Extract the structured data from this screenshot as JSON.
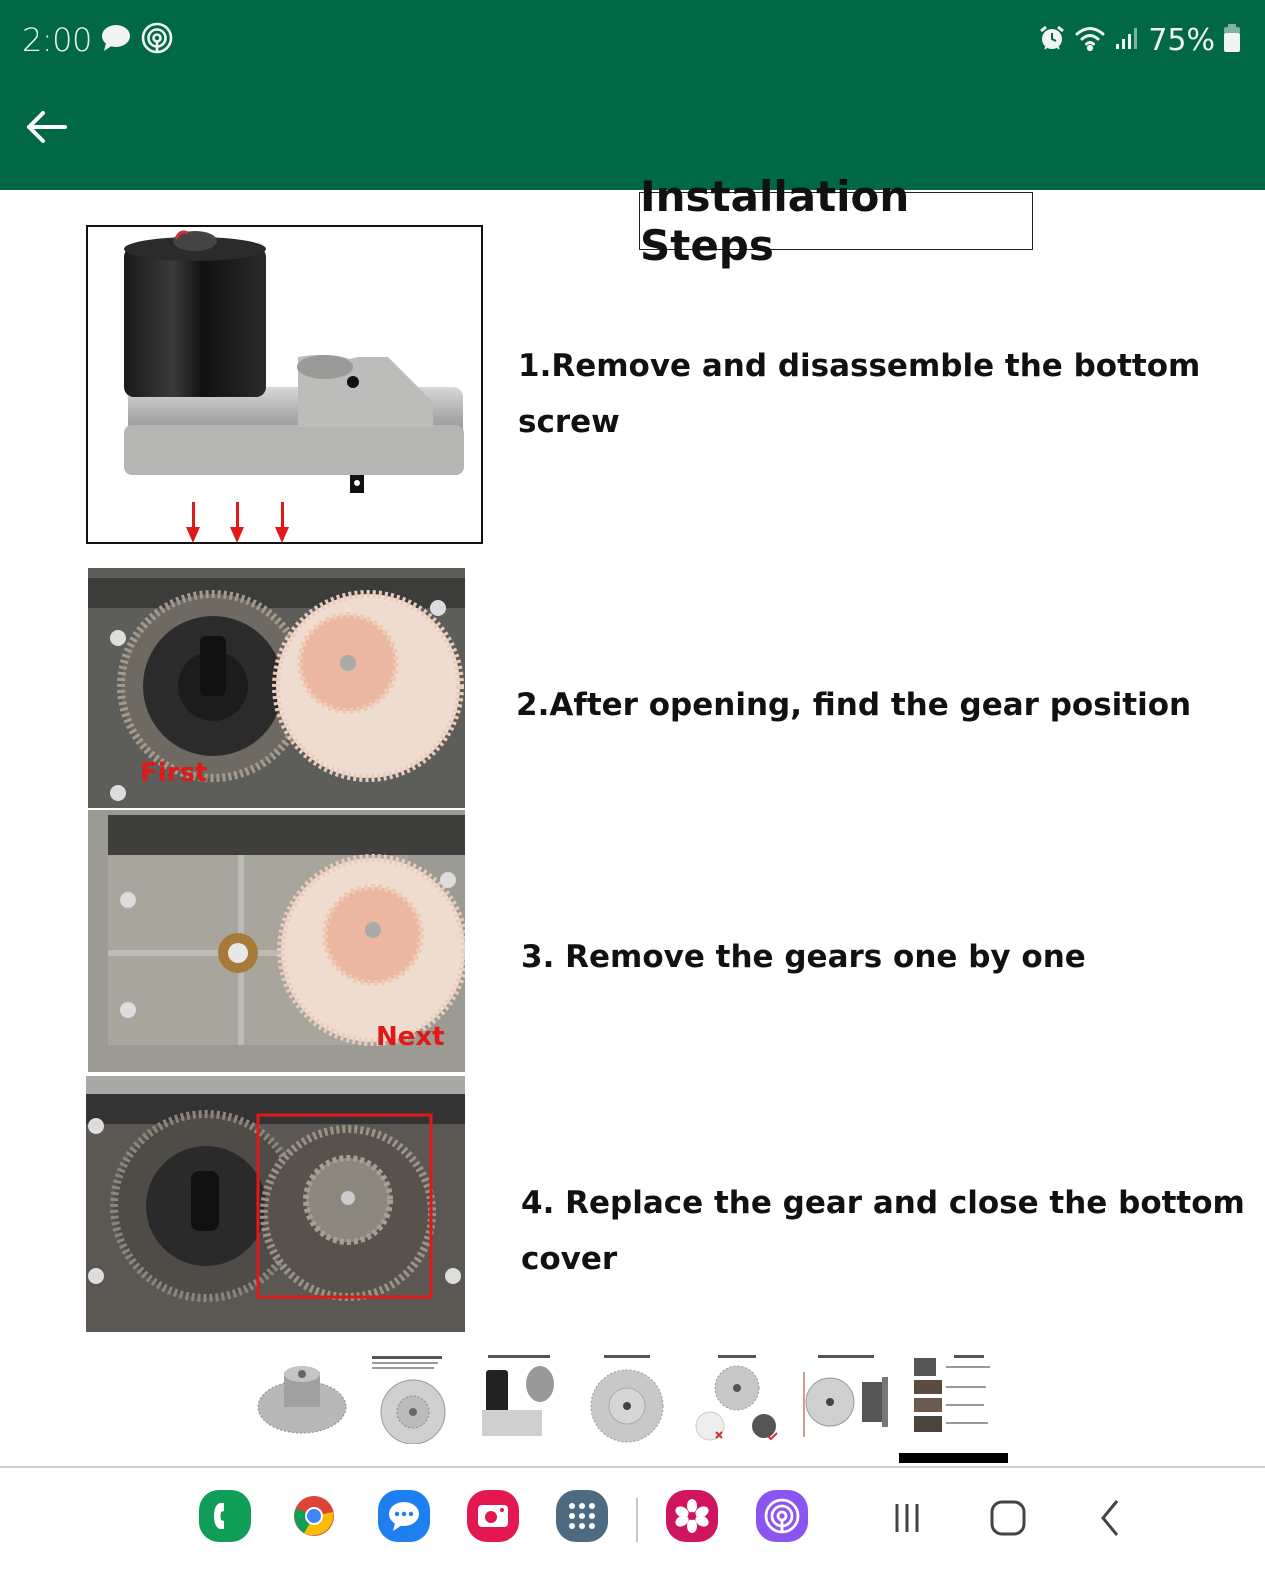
{
  "status_bar": {
    "time": "2:00",
    "battery_percent": "75%",
    "left_icons": [
      "chat-bubble-icon",
      "find-my-icon"
    ],
    "right_icons": [
      "alarm-icon",
      "wifi-icon",
      "signal-icon",
      "battery-icon"
    ]
  },
  "header": {
    "back_icon": "arrow-left-icon",
    "background_color": "#016845"
  },
  "content": {
    "title": "Installation Steps",
    "steps": [
      {
        "line1": "1.Remove and disassemble the bottom",
        "line2": "screw"
      },
      {
        "line1": "2.After opening, find the gear position"
      },
      {
        "line1": "3. Remove the gears one by one"
      },
      {
        "line1": "4. Replace the gear and close the bottom",
        "line2": "cover"
      }
    ],
    "image_labels": {
      "first": "First",
      "next": "Next"
    }
  },
  "gallery": {
    "thumbnails": [
      "Metal gear product",
      "Gear with specifications text",
      "Fit for slide-out motor",
      "Metal gear face view",
      "Longer service life comparison",
      "Product size introduction",
      "Installation steps"
    ],
    "selected_index": 6
  },
  "navbar": {
    "apps": [
      {
        "name": "phone",
        "color": "#0f9d58"
      },
      {
        "name": "chrome",
        "color": "#ffffff"
      },
      {
        "name": "messages",
        "color": "#1f7ff0"
      },
      {
        "name": "camera",
        "color": "#e3184f"
      },
      {
        "name": "app-drawer",
        "color": "#4d6a80"
      },
      {
        "name": "gallery",
        "color": "#d0155f"
      },
      {
        "name": "find-my",
        "color": "#8a55f0"
      }
    ],
    "buttons": [
      "recents",
      "home",
      "back"
    ]
  }
}
